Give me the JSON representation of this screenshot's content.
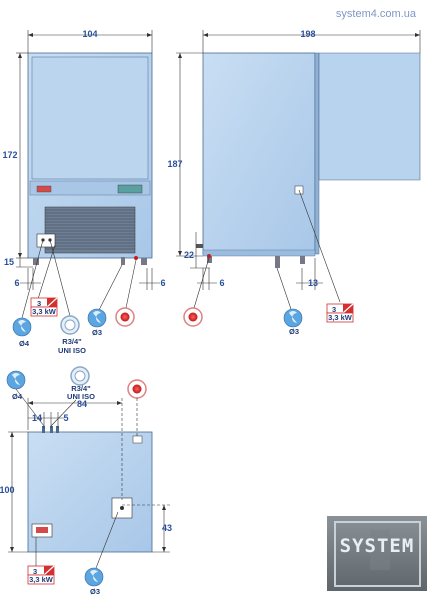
{
  "watermark": "system4.com.ua",
  "dimensions": {
    "front_width": "104",
    "front_height": "172",
    "front_base": "15",
    "front_left_offset": "6",
    "front_right_offset": "6",
    "side_width": "198",
    "side_height": "187",
    "side_base": "22",
    "side_left_offset": "6",
    "side_right_offset": "13",
    "top_width": "84",
    "top_gap_a": "14",
    "top_gap_b": "5",
    "top_depth": "100",
    "top_drain_offset": "43"
  },
  "labels": {
    "electric_num": "3",
    "electric_power": "3,3 kW",
    "water_dia": "Ø4",
    "pipe_size": "R3/4\"",
    "pipe_std": "UNI ISO",
    "drain_dia": "Ø3"
  },
  "logo": "SYSTEM",
  "colors": {
    "panel_fill": "#b8d4ee",
    "panel_shadow": "#9bbcdf",
    "dim_text": "#2a4f9c",
    "hazard_red": "#d3302f"
  }
}
